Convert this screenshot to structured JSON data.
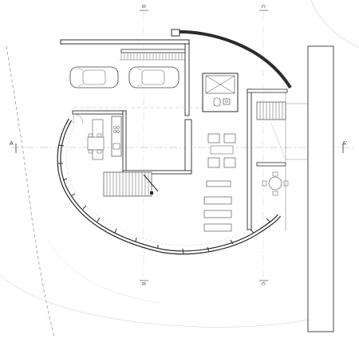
{
  "section_marks": {
    "a_left": "A",
    "a_right": "A'",
    "b_top": "B",
    "b_bottom": "B",
    "c_top": "C",
    "c_bottom": "C"
  },
  "colors": {
    "line": "#2b2b2b",
    "thin": "#555555",
    "faint": "#9a9a9a",
    "fill": "#ffffff"
  }
}
